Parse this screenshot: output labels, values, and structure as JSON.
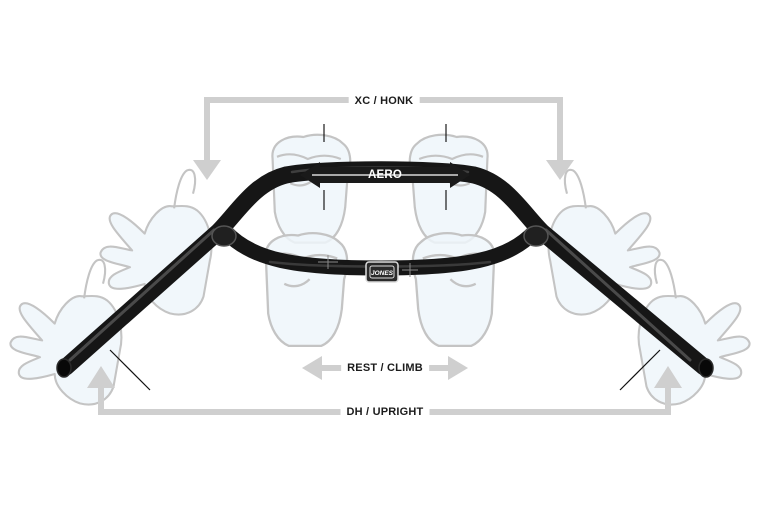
{
  "diagram": {
    "positions": [
      {
        "id": "xc-honk",
        "label": "XC / HONK"
      },
      {
        "id": "aero",
        "label": "AERO"
      },
      {
        "id": "rest-climb",
        "label": "REST / CLIMB"
      },
      {
        "id": "dh-upright",
        "label": "DH / UPRIGHT"
      }
    ],
    "logo_text": "JONES",
    "colors": {
      "bar": "#161616",
      "bar_highlight": "#4a4a4a",
      "arrow": "#cfcfcf",
      "aero_arrow": "#1a1a1a",
      "hand_fill": "#eef6fa",
      "hand_stroke": "#c4c4c4"
    }
  }
}
